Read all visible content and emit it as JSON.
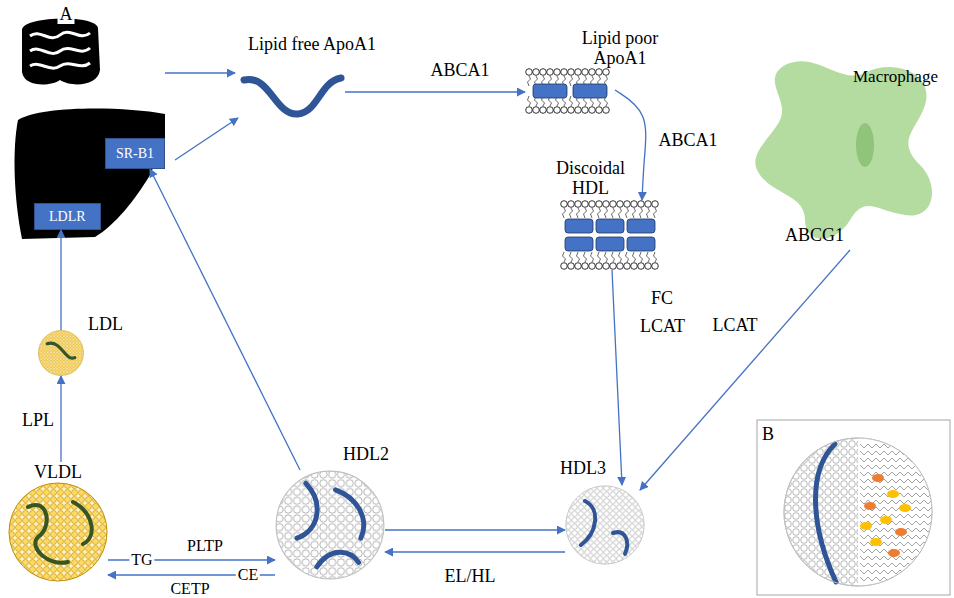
{
  "diagram": {
    "nodes": [
      {
        "text": [
          "Lipid free ApoA1"
        ]
      },
      {
        "text": [
          "Lipid poor ApoA1"
        ]
      },
      {
        "text": [
          "Discoidal HDL"
        ]
      },
      {
        "text": [
          "Macrophage",
          "ABCG1"
        ]
      },
      {
        "text": [
          "HDL3"
        ]
      },
      {
        "text": [
          "HDL2"
        ]
      },
      {
        "text": [
          "VLDL"
        ]
      },
      {
        "text": [
          "LDL"
        ]
      },
      {
        "text": [
          "SR-B1"
        ]
      },
      {
        "text": [
          "LDLR"
        ]
      }
    ],
    "edges": [
      {
        "from": 0,
        "to": 1,
        "label": "ABCA1",
        "arrow": "to"
      },
      {
        "from": 1,
        "to": 2,
        "label": "ABCA1",
        "arrow": "to"
      },
      {
        "from": 2,
        "to": 4,
        "label": "FC LCAT",
        "arrow": "to"
      },
      {
        "from": 3,
        "to": 4,
        "label": "LCAT",
        "arrow": "to"
      },
      {
        "from": 5,
        "to": 4,
        "arrow": "to"
      },
      {
        "from": 4,
        "to": 5,
        "label": "EL/HL",
        "arrow": "to"
      },
      {
        "from": 6,
        "to": 5,
        "label": "PLTP",
        "arrow": "to"
      },
      {
        "from": 5,
        "to": 6,
        "label": "CETP",
        "arrow": "to"
      },
      {
        "from": 6,
        "to": 7,
        "label": "LPL",
        "arrow": "to"
      },
      {
        "from": 7,
        "to": 9,
        "arrow": "to"
      },
      {
        "from": 5,
        "to": 8,
        "arrow": "to"
      }
    ],
    "labels": [
      "A",
      "TG",
      "CE",
      "B"
    ]
  }
}
